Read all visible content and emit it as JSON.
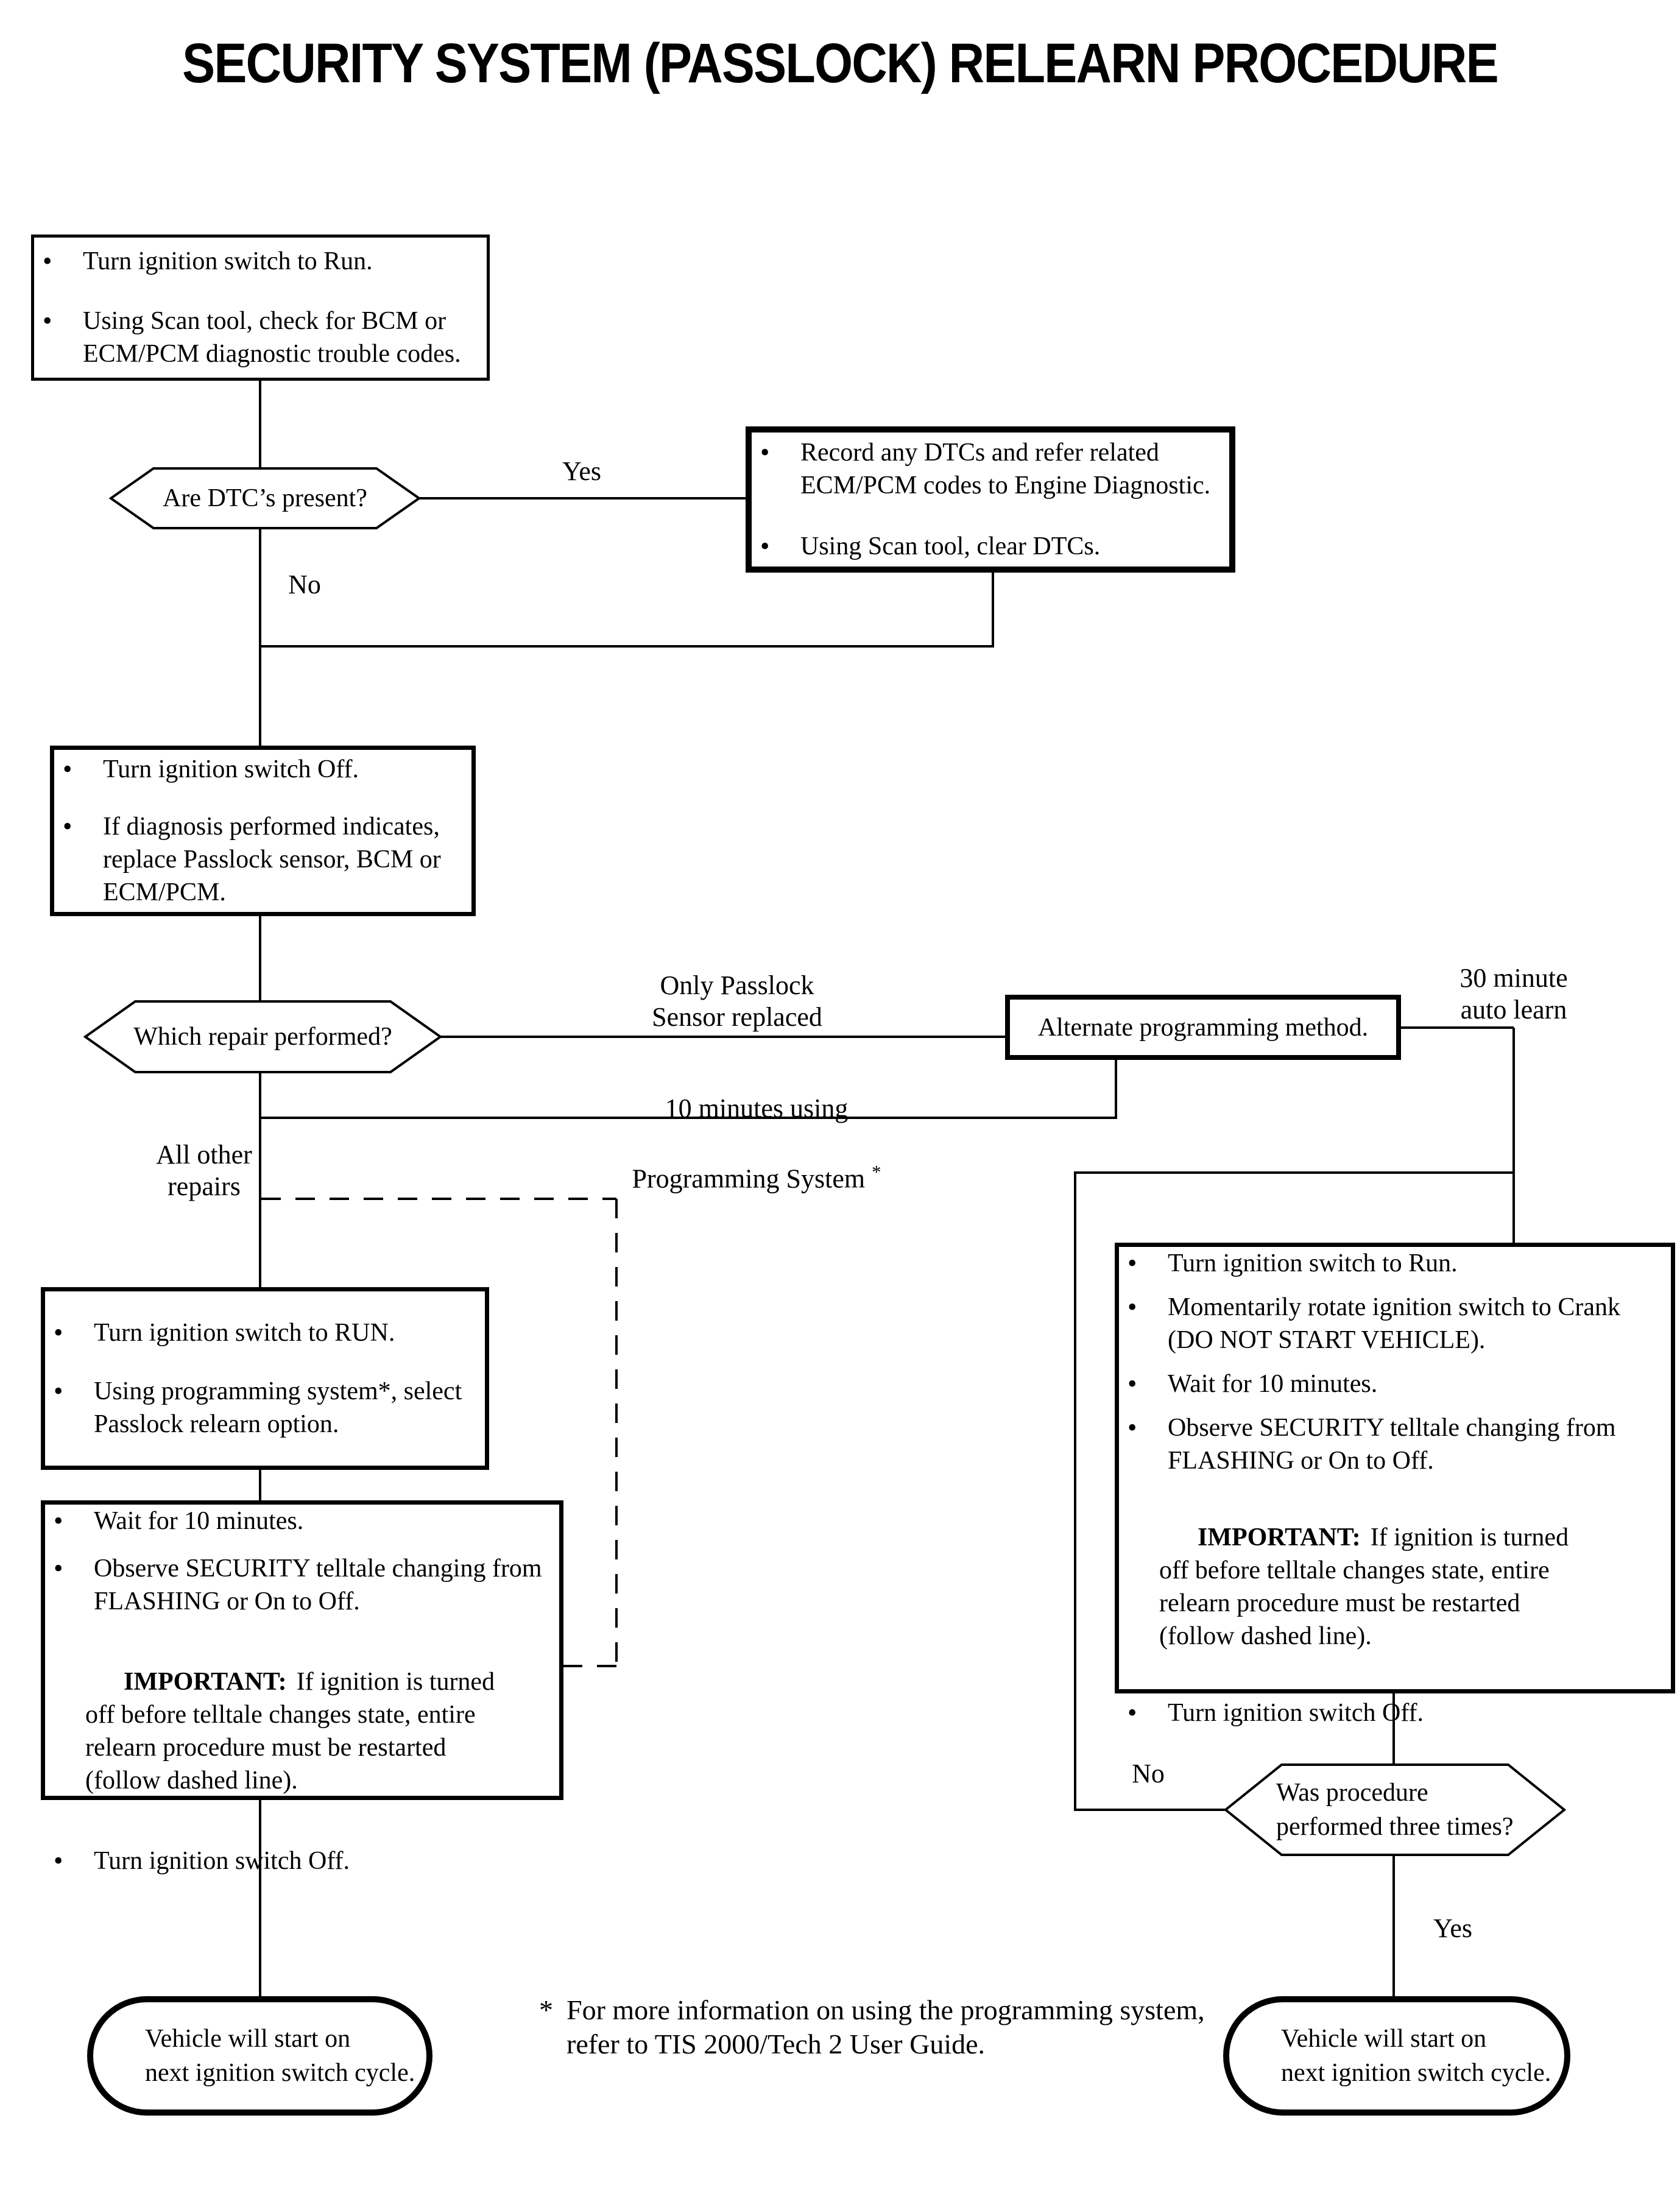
{
  "title": "SECURITY SYSTEM (PASSLOCK) RELEARN PROCEDURE",
  "ui": {
    "bullet": "•",
    "asterisk": "*"
  },
  "labels": {
    "yes_top": "Yes",
    "no_top": "No",
    "only_passlock": "Only Passlock\nSensor replaced",
    "ten_minutes_line1": "10 minutes using",
    "ten_minutes_line2": "Programming System ",
    "thirty_minute": "30 minute\nauto learn",
    "all_other": "All other\nrepairs",
    "no_right": "No",
    "yes_right": "Yes"
  },
  "nodes": {
    "start_box": {
      "items": [
        "Turn ignition switch to Run.",
        "Using Scan tool, check for BCM or\nECM/PCM diagnostic trouble codes."
      ]
    },
    "dtc_decision": {
      "label": "Are DTC’s present?"
    },
    "record_box": {
      "items": [
        "Record any DTCs and refer related\nECM/PCM codes to Engine Diagnostic.",
        "Using Scan tool, clear DTCs."
      ]
    },
    "ignition_off_box": {
      "items": [
        "Turn ignition switch Off.",
        "If diagnosis performed indicates,\nreplace Passlock sensor, BCM or\nECM/PCM."
      ]
    },
    "repair_decision": {
      "label": "Which repair performed?"
    },
    "alternate_box": {
      "label": "Alternate programming method."
    },
    "run_box": {
      "items": [
        "Turn ignition switch to RUN.",
        "Using programming system*, select\nPasslock relearn option."
      ]
    },
    "wait_box": {
      "items": [
        "Wait for 10 minutes.",
        "Observe SECURITY telltale changing from\nFLASHING or On to Off."
      ],
      "important_label": "IMPORTANT:",
      "important_text": "If ignition is turned\noff before telltale changes state, entire\nrelearn procedure must be restarted\n(follow dashed line).",
      "last_item": "Turn ignition switch Off."
    },
    "auto_learn_box": {
      "items": [
        "Turn ignition switch to Run.",
        "Momentarily rotate ignition switch to Crank\n(DO NOT START VEHICLE).",
        "Wait for 10 minutes.",
        "Observe SECURITY telltale changing from\nFLASHING or On to Off."
      ],
      "important_label": "IMPORTANT:",
      "important_text": "If ignition is turned\noff before telltale changes state, entire\nrelearn procedure must be restarted\n(follow dashed line).",
      "last_item": "Turn ignition switch Off."
    },
    "three_times_decision": {
      "label": "Was procedure\nperformed three times?"
    },
    "terminal_left": {
      "label": "Vehicle will start on\nnext ignition switch cycle."
    },
    "terminal_right": {
      "label": "Vehicle will start on\nnext ignition switch cycle."
    }
  },
  "footnote": {
    "marker": "*",
    "text": "For more information on using the programming system,\nrefer to TIS 2000/Tech 2 User Guide."
  }
}
